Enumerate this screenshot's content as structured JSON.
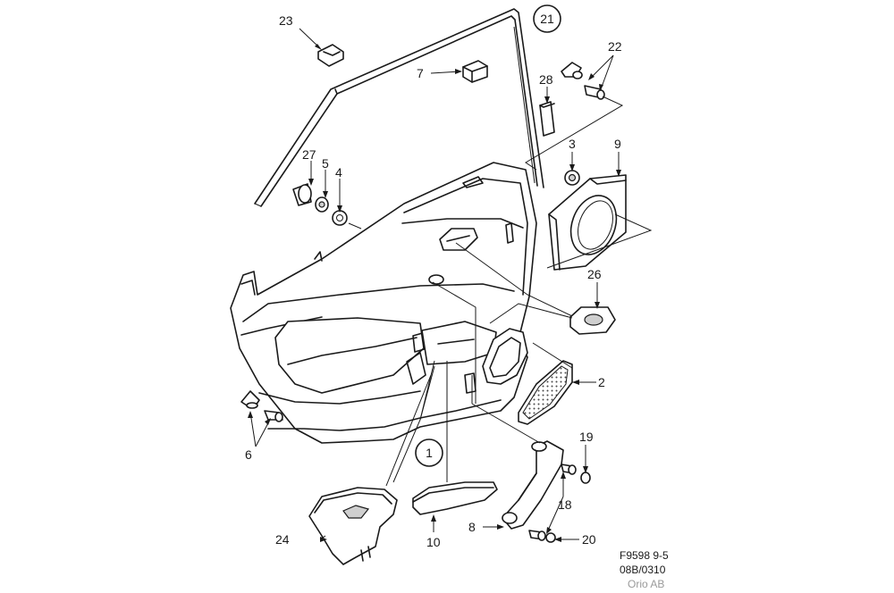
{
  "diagram": {
    "callouts": {
      "p1": "1",
      "p2": "2",
      "p3": "3",
      "p4": "4",
      "p5": "5",
      "p6": "6",
      "p7": "7",
      "p8": "8",
      "p9": "9",
      "p10": "10",
      "p18": "18",
      "p19": "19",
      "p20": "20",
      "p21": "21",
      "p22": "22",
      "p23": "23",
      "p24": "24",
      "p26": "26",
      "p27": "27",
      "p28": "28"
    },
    "reference": {
      "line1": "F9598 9-5",
      "line2": "08B/0310",
      "line3": "Orio AB"
    }
  }
}
